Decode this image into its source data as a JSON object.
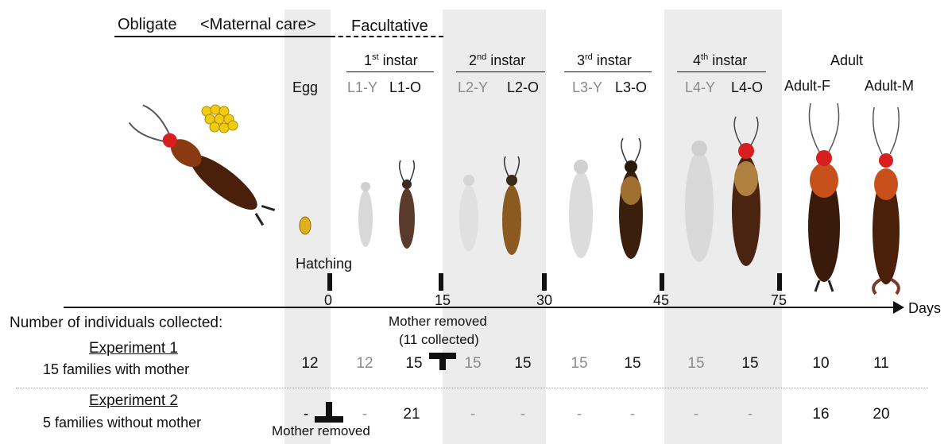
{
  "header": {
    "obligate": "Obligate",
    "maternal_care": "<Maternal care>",
    "facultative": "Facultative"
  },
  "stages": {
    "instar1": {
      "base": "1",
      "sup": "st",
      "label": " instar",
      "young": "L1-Y",
      "old": "L1-O"
    },
    "instar2": {
      "base": "2",
      "sup": "nd",
      "label": " instar",
      "young": "L2-Y",
      "old": "L2-O"
    },
    "instar3": {
      "base": "3",
      "sup": "rd",
      "label": " instar",
      "young": "L3-Y",
      "old": "L3-O"
    },
    "instar4": {
      "base": "4",
      "sup": "th",
      "label": " instar",
      "young": "L4-Y",
      "old": "L4-O"
    },
    "egg": "Egg",
    "adult": "Adult",
    "adult_f": "Adult-F",
    "adult_m": "Adult-M"
  },
  "timeline": {
    "hatching": "Hatching",
    "ticks": [
      "0",
      "15",
      "30",
      "45",
      "75"
    ],
    "axis_label": "Days"
  },
  "collection": {
    "heading": "Number of individuals collected:",
    "mother_removed_top": "Mother removed",
    "collected_note": "(11 collected)",
    "mother_removed_bottom": "Mother removed"
  },
  "experiment1": {
    "title": "Experiment 1",
    "subtitle": "15 families with mother",
    "counts": [
      "12",
      "12",
      "15",
      "15",
      "15",
      "15",
      "15",
      "15",
      "15",
      "10",
      "11"
    ]
  },
  "experiment2": {
    "title": "Experiment 2",
    "subtitle": "5 families without mother",
    "counts": [
      "-",
      "-",
      "21",
      "-",
      "-",
      "-",
      "-",
      "-",
      "-",
      "16",
      "20"
    ]
  },
  "colors": {
    "band": "#ececec",
    "grey_text": "#8a8a8a",
    "egg": "#e0b020",
    "head_red": "#d81e1e",
    "body_brown": "#5a2a10"
  }
}
